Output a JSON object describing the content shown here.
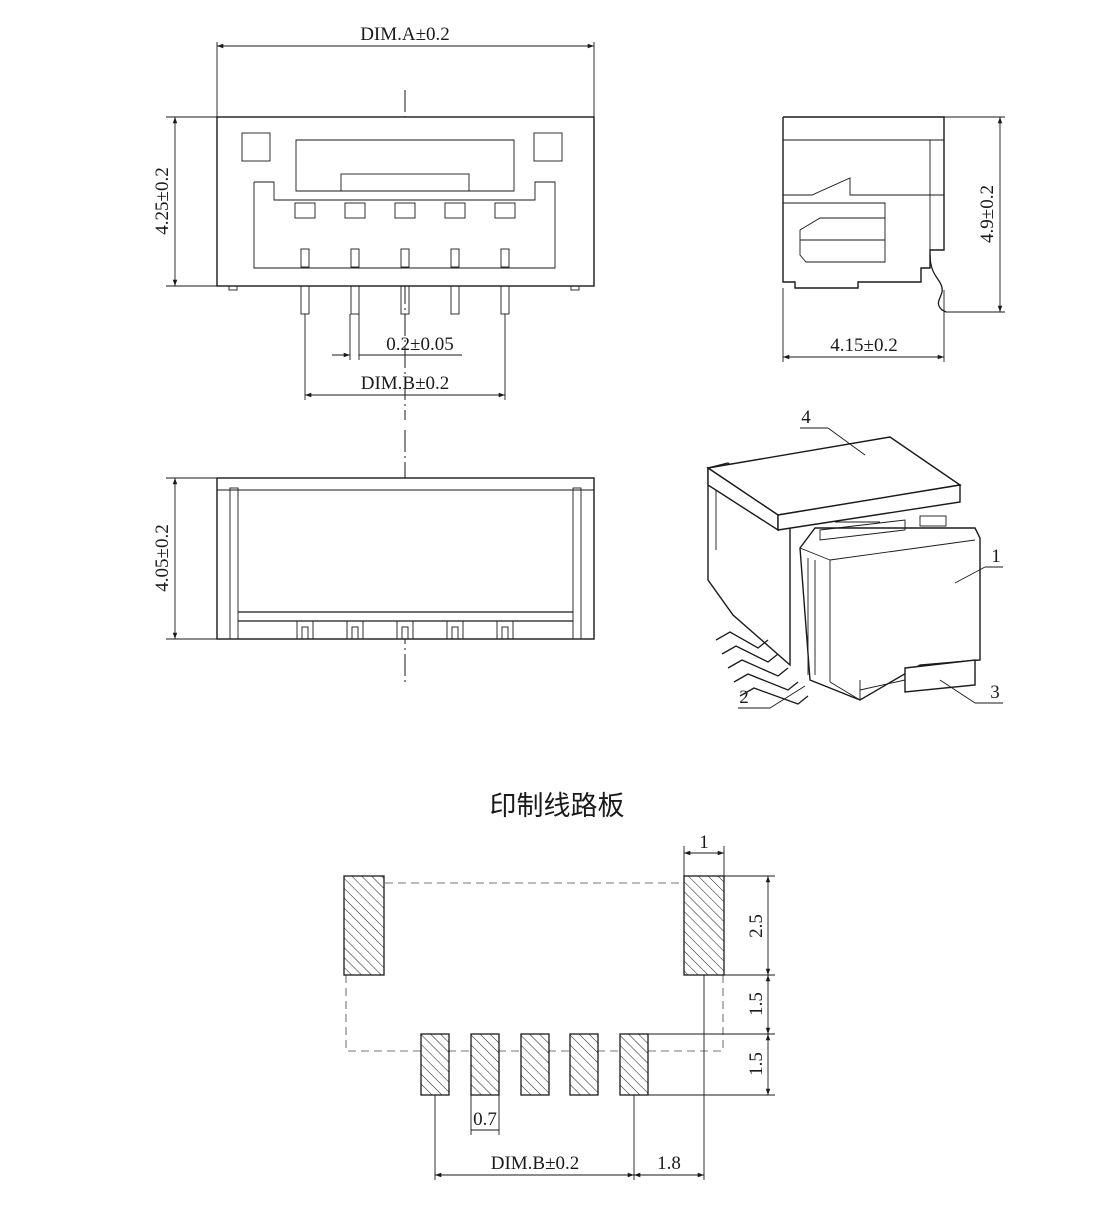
{
  "front_view": {
    "dim_a": "DIM.A±0.2",
    "dim_height": "4.25±0.2",
    "dim_pitch": "0.2±0.05",
    "dim_b": "DIM.B±0.2"
  },
  "side_view": {
    "dim_height": "4.9±0.2",
    "dim_depth": "4.15±0.2"
  },
  "bottom_view": {
    "dim_height": "4.05±0.2"
  },
  "iso_view": {
    "callouts": [
      "4",
      "1",
      "2",
      "3"
    ]
  },
  "pcb": {
    "title": "印制线路板",
    "dim_pad_width": "1",
    "dim_pad_height": "2.5",
    "dim_gap": "1.5",
    "dim_pin_height": "1.5",
    "dim_pin_width": "0.7",
    "dim_b": "DIM.B±0.2",
    "dim_offset": "1.8"
  }
}
